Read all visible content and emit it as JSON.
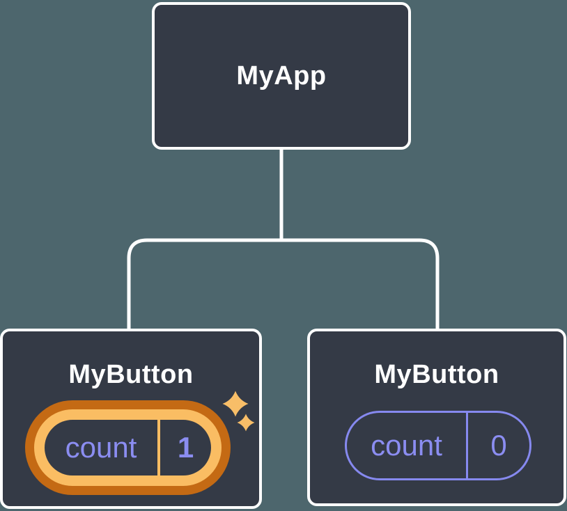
{
  "diagram": {
    "description": "React component tree showing isolated state",
    "root": {
      "title": "MyApp"
    },
    "children": [
      {
        "title": "MyButton",
        "state": {
          "label": "count",
          "value": "1"
        },
        "highlighted": true
      },
      {
        "title": "MyButton",
        "state": {
          "label": "count",
          "value": "0"
        },
        "highlighted": false
      }
    ]
  },
  "colors": {
    "canvas-bg": "#4D666D",
    "node-bg": "#343A46",
    "line": "#FFFFFF",
    "purple": "#8B8DF1",
    "pill-purple": "#8689EF",
    "ring-light": "#FABD63",
    "ring-dark": "#C46A14",
    "sparkle": "#F8BE68"
  }
}
